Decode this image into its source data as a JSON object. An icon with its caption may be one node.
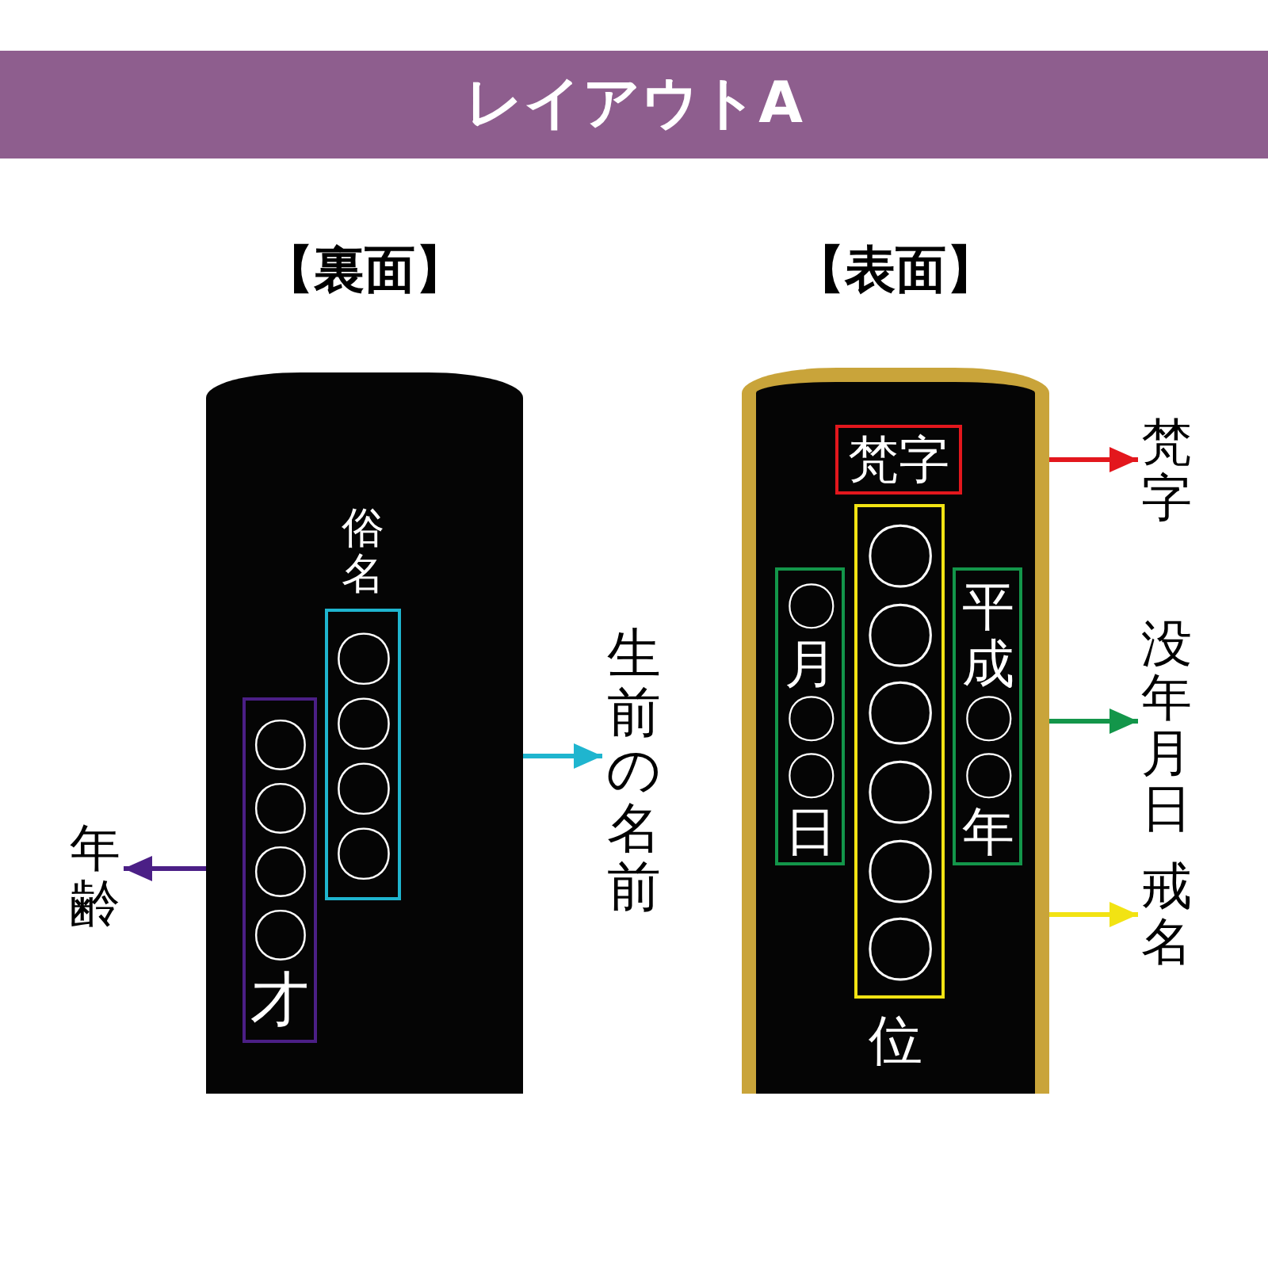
{
  "diagram": {
    "title": "レイアウトA",
    "nodes": [
      {
        "text": [
          "【裏面】"
        ]
      },
      {
        "text": [
          "俗名",
          "〇〇〇〇"
        ],
        "in": 0
      },
      {
        "text": [
          "〇〇〇〇才"
        ],
        "in": 0
      },
      {
        "text": [
          "生前の名前"
        ]
      },
      {
        "text": [
          "年齢"
        ]
      },
      {
        "text": [
          "【表面】",
          "位"
        ]
      },
      {
        "text": [
          "梵字"
        ],
        "in": 5
      },
      {
        "text": [
          "〇〇〇〇〇〇"
        ],
        "in": 5
      },
      {
        "text": [
          "〇月〇〇日"
        ],
        "in": 5
      },
      {
        "text": [
          "平成〇〇年"
        ],
        "in": 5
      },
      {
        "text": [
          "梵字"
        ]
      },
      {
        "text": [
          "没年月日"
        ]
      },
      {
        "text": [
          "戒名"
        ]
      }
    ],
    "edges": [
      {
        "from": 1,
        "to": 3,
        "arrow": "to",
        "color": "#1fb5cf"
      },
      {
        "from": 2,
        "to": 4,
        "arrow": "to",
        "color": "#4b1f86"
      },
      {
        "from": 6,
        "to": 10,
        "arrow": "to",
        "color": "#e3171d"
      },
      {
        "from": 9,
        "to": 11,
        "arrow": "to",
        "color": "#13964a"
      },
      {
        "from": 7,
        "to": 12,
        "arrow": "to",
        "color": "#f2e313"
      }
    ]
  }
}
